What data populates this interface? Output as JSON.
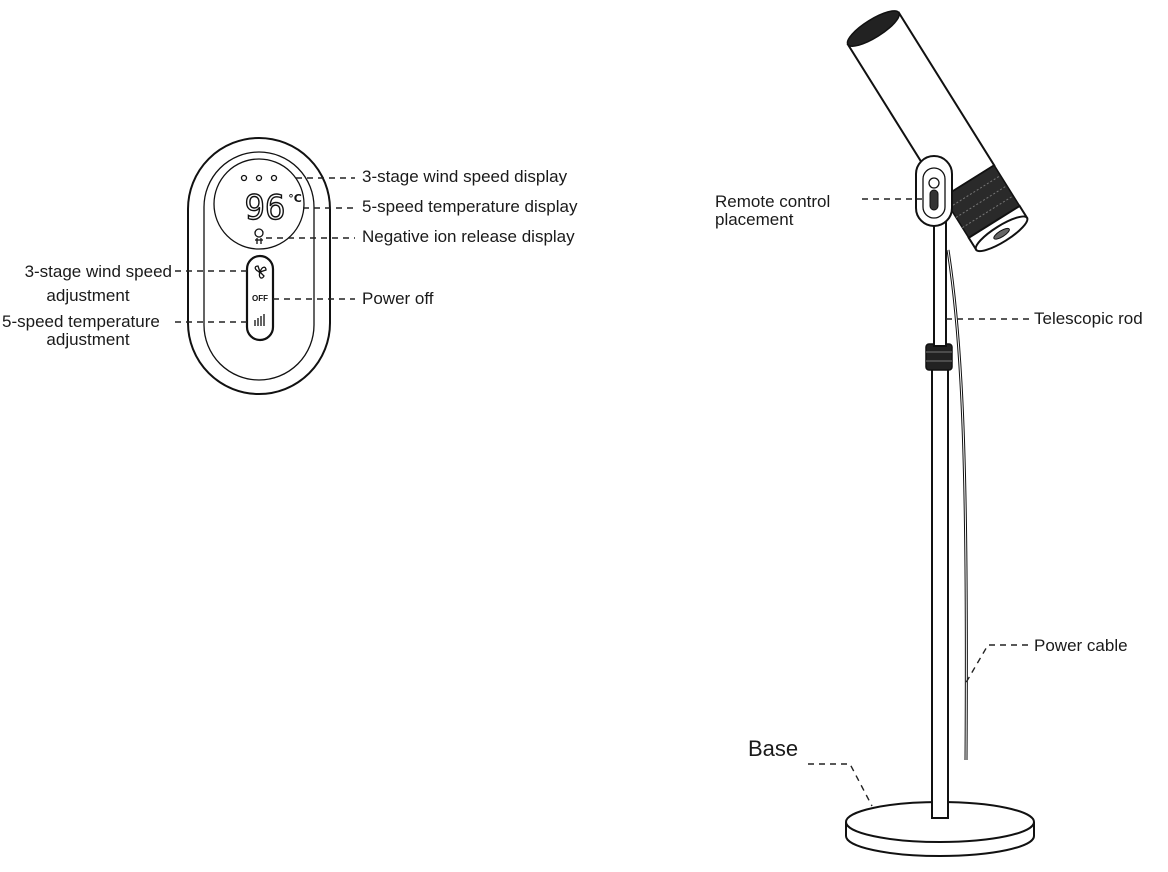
{
  "remote": {
    "display_digits": "96",
    "display_unit": "°C",
    "off_label": "OFF",
    "icons": {
      "fan": "fan-icon",
      "temperature": "heat-bars-icon",
      "ion": "ion-icon"
    }
  },
  "labels": {
    "wind_speed_display": "3-stage wind speed display",
    "temperature_display": "5-speed temperature display",
    "ion_display": "Negative ion release display",
    "wind_speed_adjustment_line1": "3-stage wind speed",
    "wind_speed_adjustment_line2": "adjustment",
    "temperature_adjustment_line1": "5-speed temperature",
    "temperature_adjustment_line2": "adjustment",
    "power_off": "Power off",
    "remote_placement_line1": "Remote control",
    "remote_placement_line2": "placement",
    "telescopic_rod": "Telescopic rod",
    "power_cable": "Power cable",
    "base": "Base"
  }
}
